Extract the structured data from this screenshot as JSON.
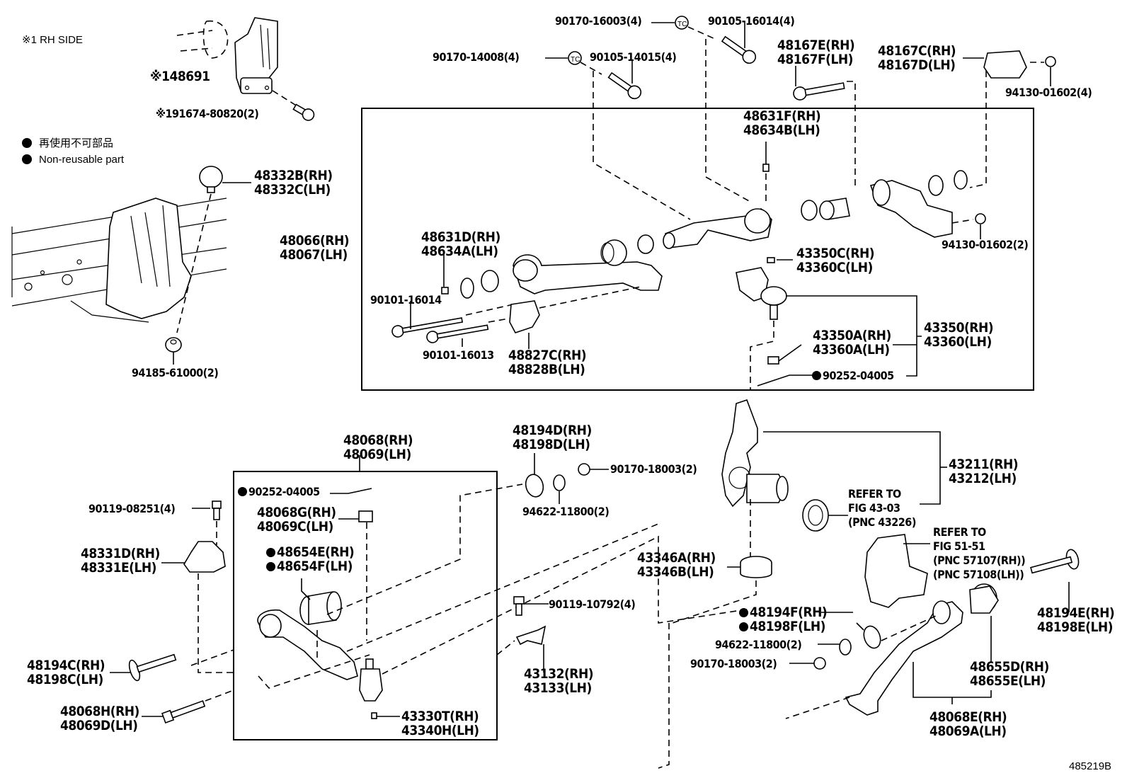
{
  "diagram": {
    "figure_id": "485219B",
    "note_rh_side": "※1 RH SIDE",
    "legend": [
      {
        "symbol": "filled-circle",
        "text": "再使用不可部品"
      },
      {
        "symbol": "filled-circle",
        "text": "Non-reusable part"
      }
    ],
    "parts": {
      "p48691": {
        "prefix": "※1",
        "lines": [
          "48691"
        ]
      },
      "p191674": {
        "prefix": "※1",
        "lines": [
          "91674-80820(2)"
        ]
      },
      "p48332": {
        "lines": [
          "48332B(RH)",
          "48332C(LH)"
        ]
      },
      "p94185": {
        "lines": [
          "94185-61000(2)"
        ]
      },
      "p48066": {
        "lines": [
          "48066(RH)",
          "48067(LH)"
        ]
      },
      "p90170_16003": {
        "lines": [
          "90170-16003(4)"
        ]
      },
      "p90105_16014": {
        "lines": [
          "90105-16014(4)"
        ]
      },
      "p90170_14008": {
        "lines": [
          "90170-14008(4)"
        ]
      },
      "p90105_14015": {
        "lines": [
          "90105-14015(4)"
        ]
      },
      "p48167E": {
        "lines": [
          "48167E(RH)",
          "48167F(LH)"
        ]
      },
      "p48167C": {
        "lines": [
          "48167C(RH)",
          "48167D(LH)"
        ]
      },
      "p94130_4": {
        "lines": [
          "94130-01602(4)"
        ]
      },
      "p48631F": {
        "lines": [
          "48631F(RH)",
          "48634B(LH)"
        ]
      },
      "p48631D": {
        "lines": [
          "48631D(RH)",
          "48634A(LH)"
        ]
      },
      "p90101_16014": {
        "lines": [
          "90101-16014"
        ]
      },
      "p90101_16013": {
        "lines": [
          "90101-16013"
        ]
      },
      "p48827C": {
        "lines": [
          "48827C(RH)",
          "48828B(LH)"
        ]
      },
      "p94130_2": {
        "lines": [
          "94130-01602(2)"
        ]
      },
      "p43350C": {
        "lines": [
          "43350C(RH)",
          "43360C(LH)"
        ]
      },
      "p43350": {
        "lines": [
          "43350(RH)",
          "43360(LH)"
        ]
      },
      "p43350A": {
        "lines": [
          "43350A(RH)",
          "43360A(LH)"
        ]
      },
      "p90252_upper": {
        "non_reusable": true,
        "lines": [
          "90252-04005"
        ]
      },
      "p48068": {
        "lines": [
          "48068(RH)",
          "48069(LH)"
        ]
      },
      "p90252_lower": {
        "non_reusable": true,
        "lines": [
          "90252-04005"
        ]
      },
      "p48068G": {
        "lines": [
          "48068G(RH)",
          "48069C(LH)"
        ]
      },
      "p48654": {
        "non_reusable": true,
        "lines": [
          "48654E(RH)",
          "48654F(LH)"
        ]
      },
      "p90119_08251": {
        "lines": [
          "90119-08251(4)"
        ]
      },
      "p48331": {
        "lines": [
          "48331D(RH)",
          "48331E(LH)"
        ]
      },
      "p48194C": {
        "lines": [
          "48194C(RH)",
          "48198C(LH)"
        ]
      },
      "p48068H": {
        "lines": [
          "48068H(RH)",
          "48069D(LH)"
        ]
      },
      "p43330T": {
        "lines": [
          "43330T(RH)",
          "43340H(LH)"
        ]
      },
      "p48194D": {
        "lines": [
          "48194D(RH)",
          "48198D(LH)"
        ]
      },
      "p90170_18003_a": {
        "lines": [
          "90170-18003(2)"
        ]
      },
      "p94622_a": {
        "lines": [
          "94622-11800(2)"
        ]
      },
      "p90119_10792": {
        "lines": [
          "90119-10792(4)"
        ]
      },
      "p43132": {
        "lines": [
          "43132(RH)",
          "43133(LH)"
        ]
      },
      "p43346": {
        "lines": [
          "43346A(RH)",
          "43346B(LH)"
        ]
      },
      "p48194F": {
        "non_reusable": true,
        "lines": [
          "48194F(RH)",
          "48198F(LH)"
        ]
      },
      "p94622_b": {
        "lines": [
          "94622-11800(2)"
        ]
      },
      "p90170_18003_b": {
        "lines": [
          "90170-18003(2)"
        ]
      },
      "p43211": {
        "lines": [
          "43211(RH)",
          "43212(LH)"
        ]
      },
      "ref43": {
        "lines": [
          "REFER TO",
          "FIG 43-03",
          "(PNC 43226)"
        ]
      },
      "ref51": {
        "lines": [
          "REFER TO",
          "FIG 51-51",
          "(PNC 57107(RH))",
          "(PNC 57108(LH))"
        ]
      },
      "p48194E": {
        "lines": [
          "48194E(RH)",
          "48198E(LH)"
        ]
      },
      "p48655": {
        "lines": [
          "48655D(RH)",
          "48655E(LH)"
        ]
      },
      "p48068E": {
        "lines": [
          "48068E(RH)",
          "48069A(LH)"
        ]
      }
    }
  }
}
